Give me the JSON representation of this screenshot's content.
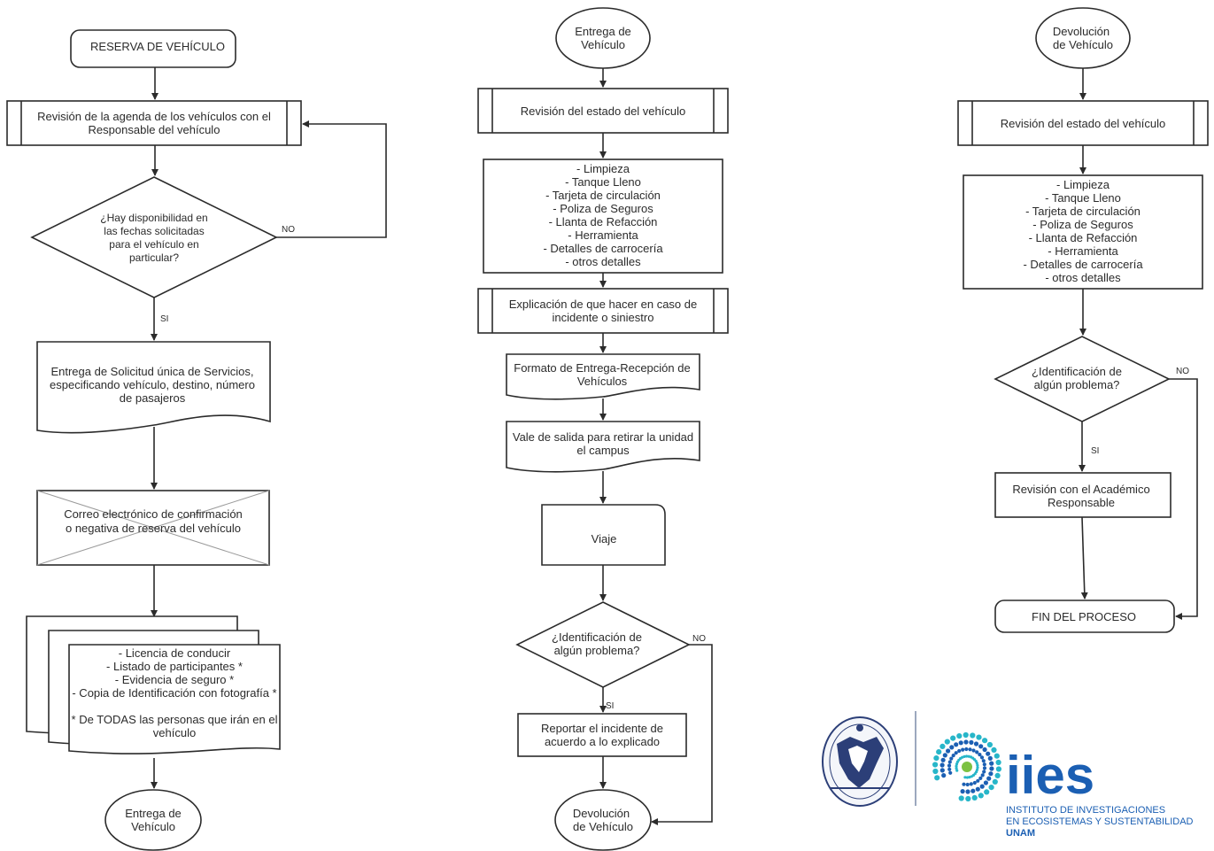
{
  "col1": {
    "start": "RESERVA  DE VEHÍCULO",
    "revision": [
      "Revisión de la agenda de los vehículos con el",
      "Responsable del vehículo"
    ],
    "decision": [
      "¿Hay disponibilidad en",
      "las fechas solicitadas",
      "para el vehículo en",
      "particular?"
    ],
    "no": "NO",
    "si": "SI",
    "solicitud": [
      "Entrega de Solicitud única de Servicios,",
      "especificando vehículo, destino, número",
      "de pasajeros"
    ],
    "correo": [
      "Correo electrónico de confirmación",
      "o negativa de reserva del vehículo"
    ],
    "docs": [
      "- Licencia de conducir",
      "- Listado de participantes *",
      "- Evidencia de seguro *",
      "- Copia de Identificación con fotografía *",
      "",
      "* De TODAS las personas que irán en el",
      "vehículo"
    ],
    "end": [
      "Entrega de",
      "Vehículo"
    ]
  },
  "col2": {
    "start": [
      "Entrega de",
      "Vehículo"
    ],
    "revision": "Revisión del estado del vehículo",
    "checklist": [
      "- Limpieza",
      "- Tanque Lleno",
      "- Tarjeta de circulación",
      "- Poliza de Seguros",
      "-  Llanta de Refacción",
      "-  Herramienta",
      "-  Detalles de carrocería",
      "- otros detalles"
    ],
    "explicacion": [
      "Explicación de que hacer en caso de",
      "incidente o siniestro"
    ],
    "formato": [
      "Formato de Entrega-Recepción de",
      "Vehículos"
    ],
    "vale": [
      "Vale de salida para retirar la unidad",
      "el campus"
    ],
    "viaje": "Viaje",
    "decision": [
      "¿Identificación de",
      "algún problema?"
    ],
    "no": "NO",
    "si": "SI",
    "reporte": [
      "Reportar el incidente de",
      "acuerdo a lo explicado"
    ],
    "end": [
      "Devolución",
      "de Vehículo"
    ]
  },
  "col3": {
    "start": [
      "Devolución",
      "de Vehículo"
    ],
    "revision": "Revisión del estado del vehículo",
    "checklist": [
      "- Limpieza",
      "- Tanque Lleno",
      "- Tarjeta de circulación",
      "- Poliza de Seguros",
      "-  Llanta de Refacción",
      "-  Herramienta",
      "-  Detalles de carrocería",
      "- otros detalles"
    ],
    "decision": [
      "¿Identificación de",
      "algún problema?"
    ],
    "no": "NO",
    "si": "SI",
    "revision_academico": [
      "Revisión con el Académico",
      "Responsable"
    ],
    "end": "FIN DEL PROCESO"
  },
  "logo": {
    "brand": "iies",
    "line1": "INSTITUTO DE INVESTIGACIONES",
    "line2": "EN ECOSISTEMAS Y SUSTENTABILIDAD",
    "line3": "UNAM",
    "colors": {
      "blue": "#1b5fb3",
      "cyan": "#27b6c9",
      "green": "#7cc142"
    }
  }
}
